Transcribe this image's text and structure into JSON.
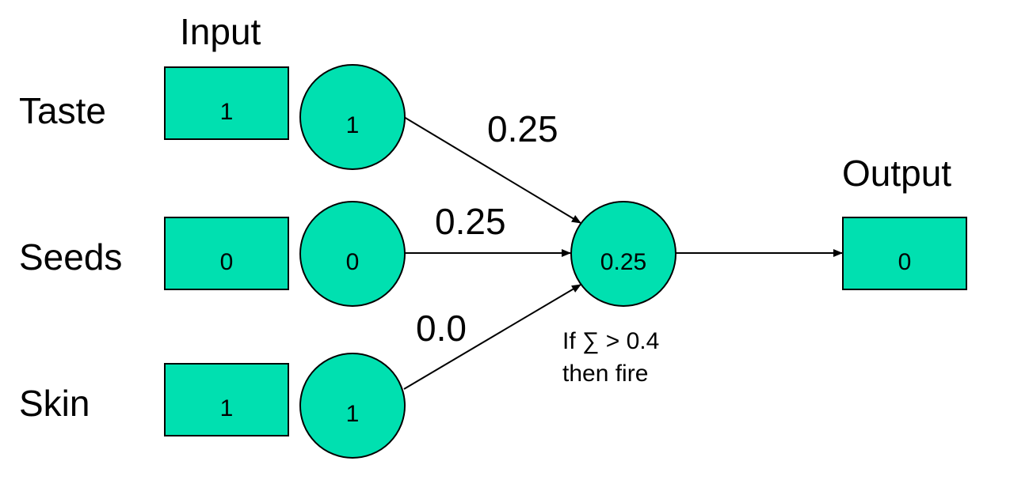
{
  "colors": {
    "fill": "#00e0b0",
    "stroke": "#000000"
  },
  "header": {
    "input_label": "Input",
    "output_label": "Output"
  },
  "rows": [
    {
      "name": "Taste",
      "input_value": "1",
      "node_value": "1",
      "weight": "0.25"
    },
    {
      "name": "Seeds",
      "input_value": "0",
      "node_value": "0",
      "weight": "0.25"
    },
    {
      "name": "Skin",
      "input_value": "1",
      "node_value": "1",
      "weight": "0.0"
    }
  ],
  "sum_node": {
    "value": "0.25",
    "rule_line1": "If ∑ > 0.4",
    "rule_line2": "then fire"
  },
  "output": {
    "value": "0"
  }
}
